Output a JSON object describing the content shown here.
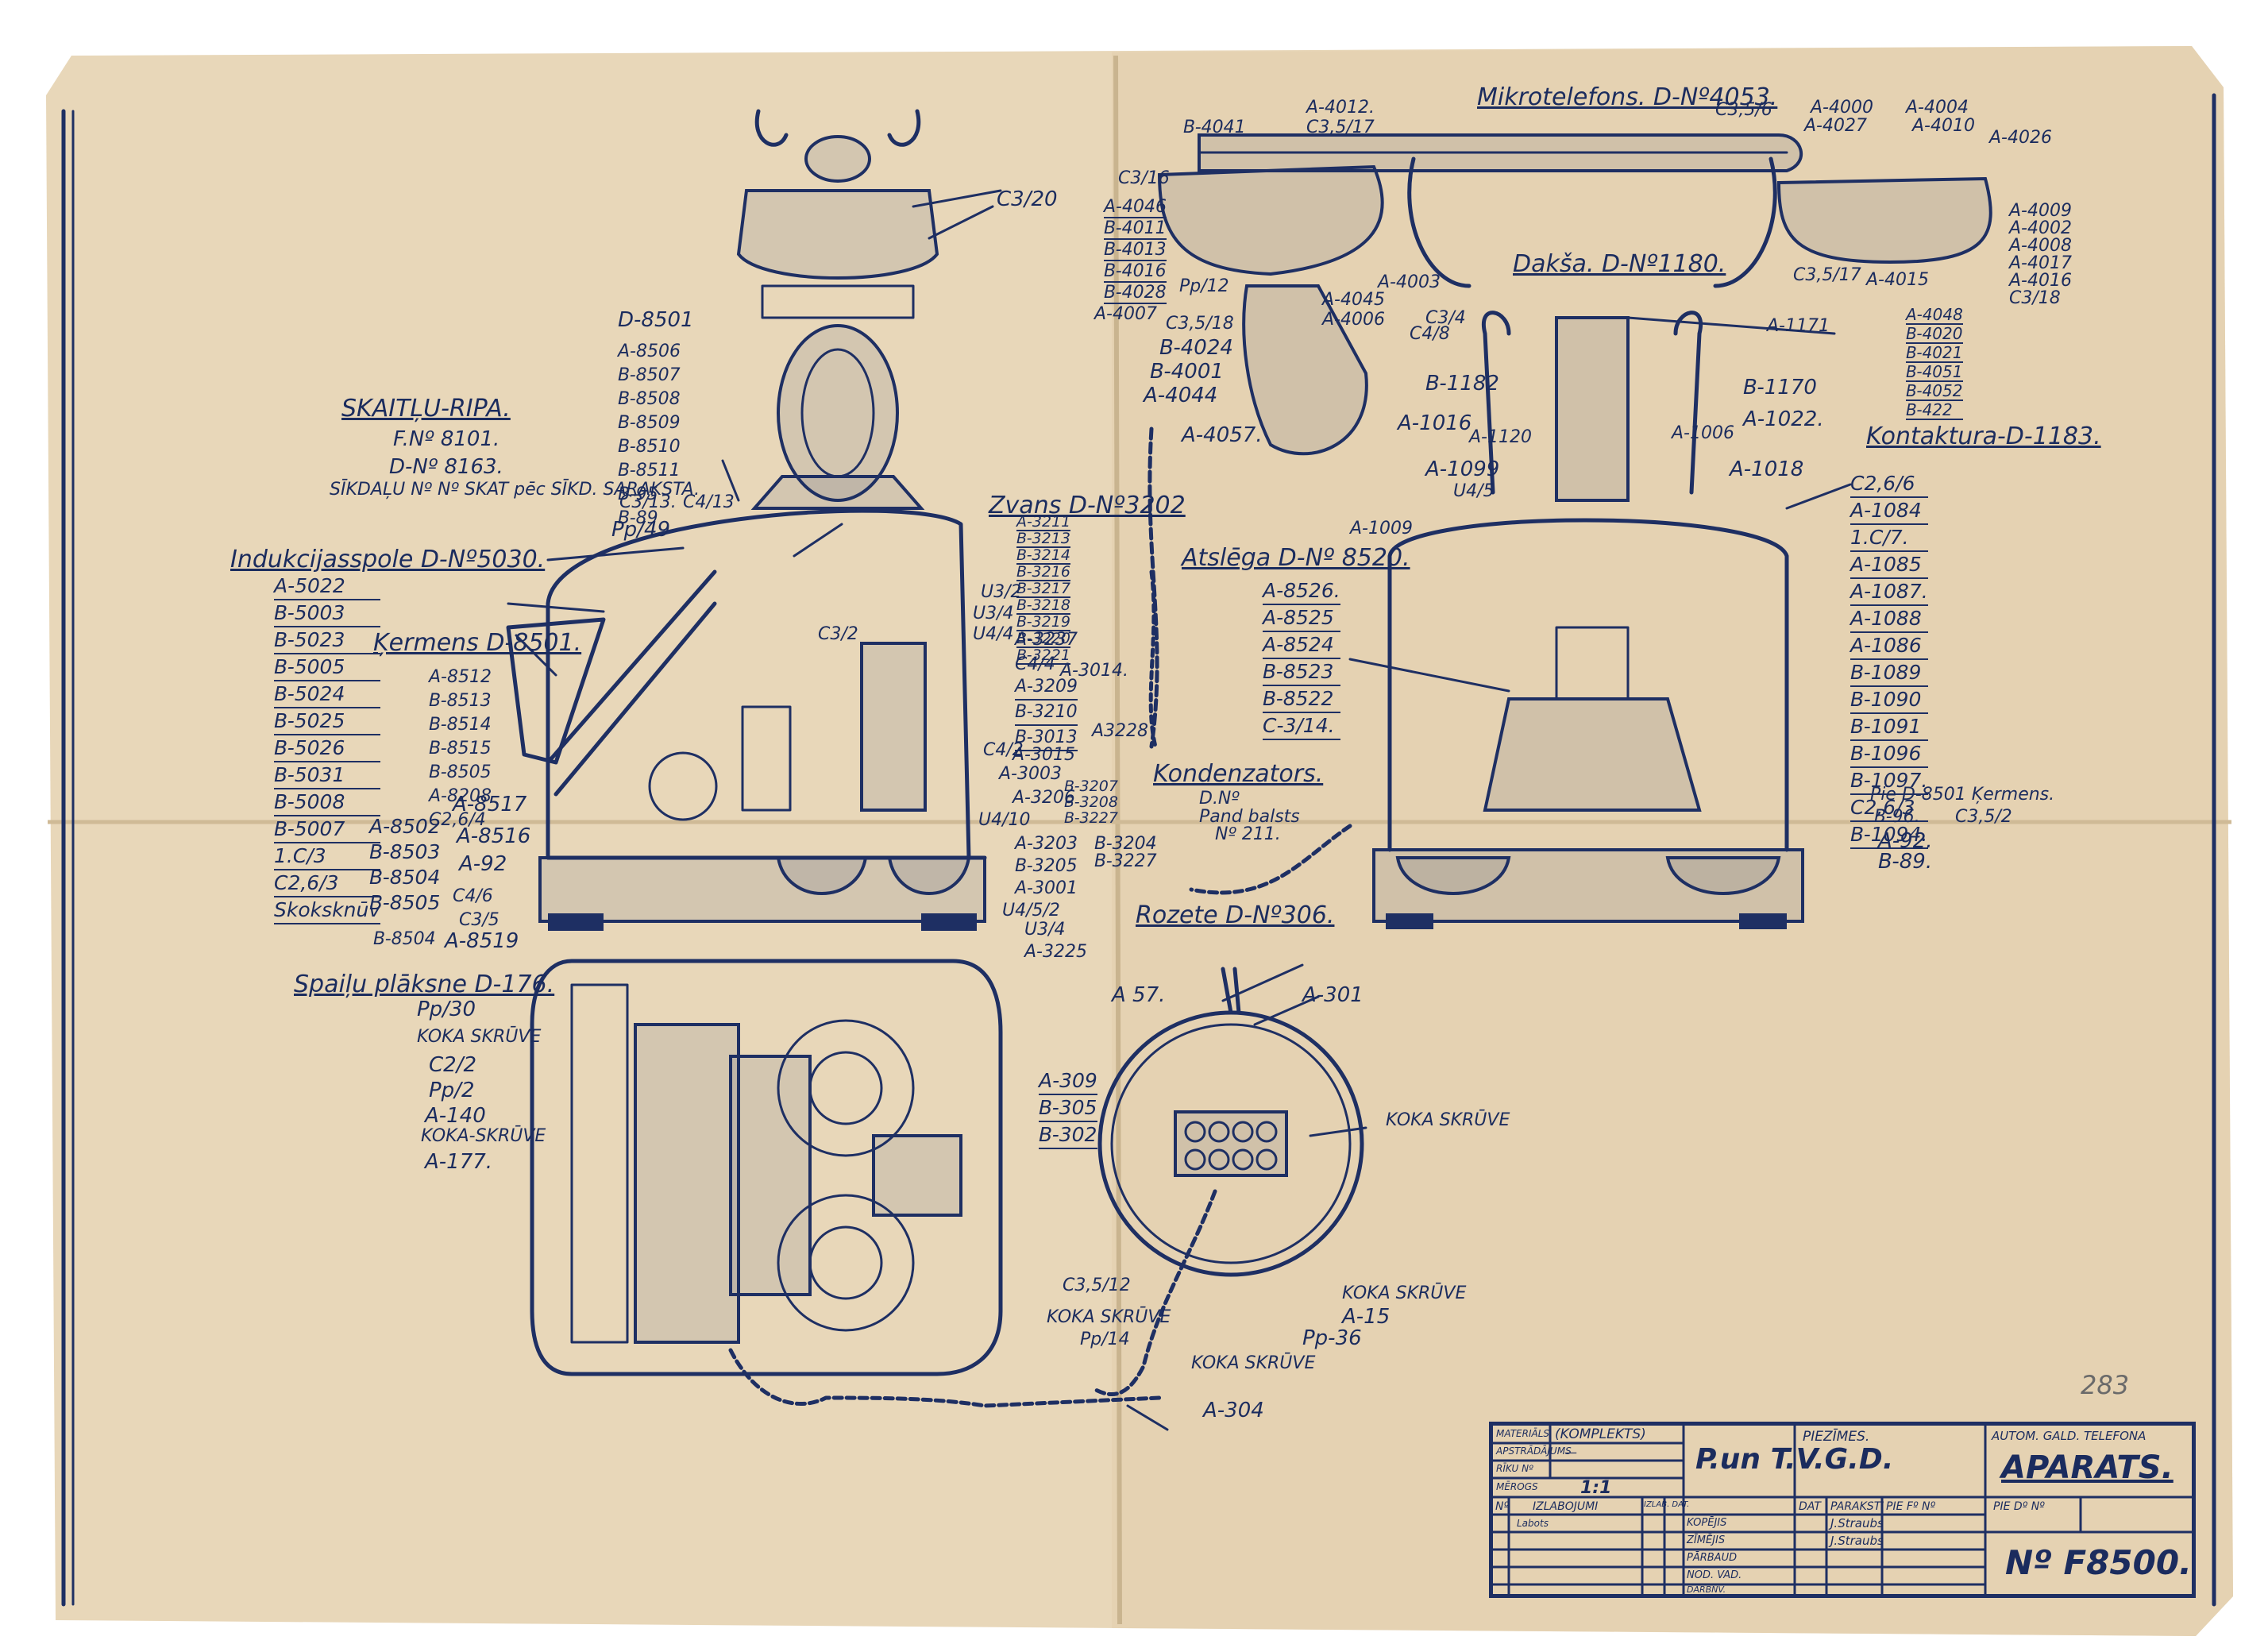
{
  "colors": {
    "paper": "#e7d6b8",
    "ink": "#1e2f63"
  },
  "views": {
    "top_left": {
      "part_a": "D-8501",
      "part_a_list": [
        "A-8506",
        "B-8507",
        "B-8508",
        "B-8509",
        "B-8510",
        "B-8511",
        "B-95",
        "B-89"
      ],
      "dial_title": "SKAITĻU-RIPA.",
      "dial_f": "F.Nº 8101.",
      "dial_d": "D-Nº 8163.",
      "dial_note": "SĪKDAĻU Nº Nº SKAT pēc SĪKD. SARAKSTA.",
      "c320": "C3/20",
      "c313": "C3/13.",
      "c413": "C4/13",
      "pp49": "Pp/49",
      "induct_title": "Indukcijasspole D-Nº5030.",
      "induct_list": [
        "A-5022",
        "B-5003",
        "B-5023",
        "B-5005",
        "B-5024",
        "B-5025",
        "B-5026",
        "B-5031",
        "B-5008",
        "B-5007",
        "1.C/3",
        "C2,6/3",
        "Skoksknūv"
      ],
      "body_title": "Ķermens D-8501.",
      "body_list": [
        "A-8512",
        "B-8513",
        "B-8514",
        "B-8515",
        "B-8505",
        "A-8208",
        "C2,6/4"
      ],
      "a8517": "A-8517",
      "lower_list": [
        "A-8502",
        "B-8503",
        "B-8504",
        "B-8505"
      ],
      "a8516": "A-8516",
      "a92": "A-92",
      "c46": "C4/6",
      "c35": "C3/5",
      "b8504": "B-8504",
      "a8519": "A-8519",
      "bell_title": "Zvans D-Nº3202",
      "bell_list": [
        "A-3211",
        "B-3213",
        "B-3214",
        "B-3216",
        "B-3217",
        "B-3218",
        "B-3219",
        "B-3220",
        "B-3221"
      ],
      "u32": "U3/2",
      "u34": "U3/4",
      "u44": "U4/4",
      "c32": "C3/2",
      "a3237": "A-3237",
      "c44": "C4/4",
      "a3014": "A-3014.",
      "mid_list": [
        "A-3209",
        "B-3210",
        "B-3013"
      ],
      "a3228": "A3228",
      "c42": "C4/2",
      "a3015": "A-3015",
      "a3003": "A-3003",
      "a3206": "A-3206",
      "right_small": [
        "B-3207",
        "B-3208",
        "B-3227"
      ],
      "u410": "U4/10",
      "a3203": "A-3203",
      "b3204": "B-3204",
      "b3227": "B-3227",
      "b3205": "B-3205",
      "a3001": "A-3001",
      "u452": "U4/5/2",
      "u34b": "U3/4",
      "a3225": "A-3225"
    },
    "top_right": {
      "handset_title": "Mikrotelefons. D-Nº4053.",
      "a4012": "A-4012.",
      "c317": "C3,5/17",
      "b4041": "B-4041",
      "c356": "C3,5/6",
      "a4000": "A-4000",
      "a4027": "A-4027",
      "a4004": "A-4004",
      "a4010": "A-4010",
      "a4026": "A-4026",
      "c316": "C3/16",
      "left_list": [
        "A-4046",
        "B-4011",
        "B-4013",
        "B-4016",
        "B-4028"
      ],
      "pp12": "Pp/12",
      "a4007": "A-4007",
      "c318": "C3,5/18",
      "b4024": "B-4024",
      "b4001": "B-4001",
      "a4044": "A-4044",
      "a4045": "A-4045",
      "a4006": "A-4006",
      "a4003": "A-4003",
      "right_list": [
        "A-4009",
        "A-4002",
        "A-4008",
        "A-4017",
        "A-4016",
        "C3/18"
      ],
      "c3517": "C3,5/17",
      "a4015": "A-4015",
      "bottom_list": [
        "A-4048",
        "B-4020",
        "B-4021",
        "B-4051",
        "B-4052",
        "B-422"
      ],
      "a4057": "A-4057.",
      "fork_title": "Dakša. D-Nº1180.",
      "c34": "C3/4",
      "c48": "C4/8",
      "a1171": "A-1171",
      "b1182": "B-1182",
      "b1170": "B-1170",
      "a1016": "A-1016",
      "a1120": "A-1120",
      "a1006": "A-1006",
      "a1022": "A-1022.",
      "a1099": "A-1099",
      "a1018": "A-1018",
      "u45": "U4/5",
      "a1009": "A-1009",
      "contact_title": "Kontaktura-D-1183.",
      "contact_list": [
        "C2,6/6",
        "A-1084",
        "1.C/7.",
        "A-1085",
        "A-1087.",
        "A-1088",
        "A-1086",
        "B-1089",
        "B-1090",
        "B-1091",
        "B-1096",
        "B-1097.",
        "C2,6/3",
        "B-1094."
      ],
      "key_title": "Atslēga D-Nº 8520.",
      "key_list": [
        "A-8526.",
        "A-8525",
        "A-8524",
        "B-8523",
        "B-8522",
        "C-3/14."
      ],
      "cap_title": "Kondenzators.",
      "cap_d": "D.Nº",
      "cap_note": "Pand balsts",
      "cap_no": "Nº 211.",
      "pie": "Pie D-8501 Ķermens.",
      "b96": "B-96.",
      "c352": "C3,5/2",
      "a92": "A-92.",
      "b89": "B-89."
    },
    "bottom_left": {
      "plate_title": "Spaiļu plāksne D-176.",
      "pp30": "Pp/30",
      "koka1": "KOKA SKRŪVE",
      "c22": "C2/2",
      "pp2": "Pp/2",
      "a140": "A-140",
      "koka2": "KOKA-SKRŪVE",
      "a177": "A-177."
    },
    "bottom_right": {
      "rozete_title": "Rozete D-Nº306.",
      "a57": "A 57.",
      "a301": "A-301",
      "list": [
        "A-309",
        "B-305",
        "B-302"
      ],
      "koka_r": "KOKA SKRŪVE",
      "c312": "C3,5/12",
      "koka_l": "KOKA SKRŪVE",
      "pp14": "Pp/14",
      "koka_b": "KOKA SKRŪVE",
      "koka_br": "KOKA SKRŪVE",
      "a15": "A-15",
      "pp36": "Pp-36",
      "a304": "A-304"
    }
  },
  "title_block": {
    "materials": "MATERIĀLS",
    "komplekts": "(KOMPLEKTS)",
    "apstrad": "APSTRĀDĀJUMS",
    "dash": "—",
    "riku": "RĪKU Nº",
    "merogs": "MĒROGS",
    "scale": "1:1",
    "nr": "Nº",
    "izlab": "IZLABOJUMI",
    "izlab_col": "IZLAB. DAT.",
    "company": "P.un T.V.G.D.",
    "piezimes": "PIEZĪMES.",
    "dat": "DAT",
    "paraksti": "PARAKSTI",
    "pie_n": "PIE Fº Nº",
    "pie_d": "PIE Dº Nº",
    "fix_row": "Labots",
    "kopeja": "KOPĒJIS",
    "zimejis": "ZĪMĒJIS",
    "parbaud": "PĀRBAUD",
    "nod_vad": "NOD. VAD.",
    "darbnv": "DARBNV.",
    "sign1": "J.Straubs",
    "sign2": "J.Straubs",
    "product_line": "AUTOM. GALD. TELEFONA",
    "product": "APARATS.",
    "number": "Nº F8500.",
    "sheet_note": "283"
  }
}
